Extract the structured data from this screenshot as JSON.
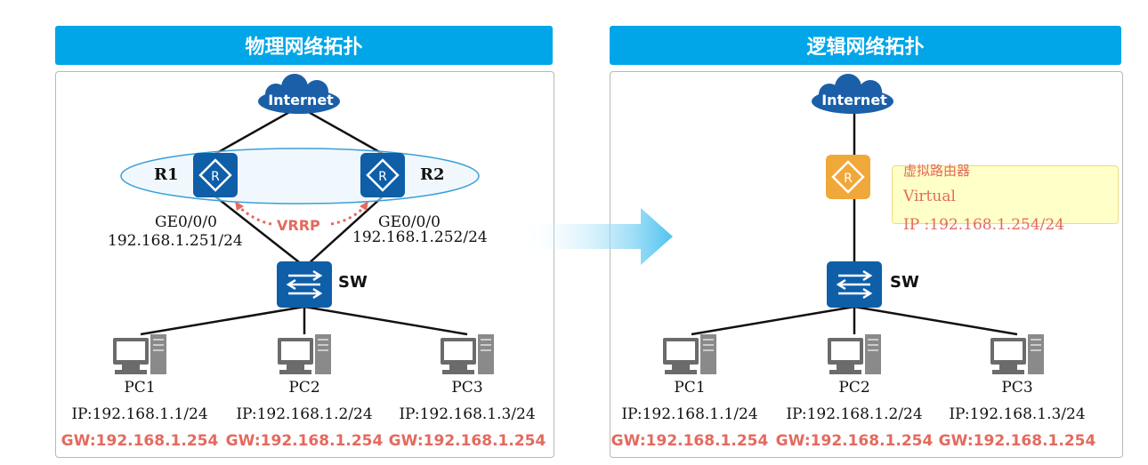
{
  "left": {
    "title": "物理网络拓扑",
    "internet": "Internet",
    "r1": "R1",
    "r2": "R2",
    "sw": "SW",
    "vrrp": "VRRP",
    "r1_if": "GE0/0/0",
    "r1_ip": "192.168.1.251/24",
    "r2_if": "GE0/0/0",
    "r2_ip": "192.168.1.252/24",
    "pcs": [
      {
        "name": "PC1",
        "ip": "IP:192.168.1.1/24",
        "gw": "GW:192.168.1.254"
      },
      {
        "name": "PC2",
        "ip": "IP:192.168.1.2/24",
        "gw": "GW:192.168.1.254"
      },
      {
        "name": "PC3",
        "ip": "IP:192.168.1.3/24",
        "gw": "GW:192.168.1.254"
      }
    ]
  },
  "right": {
    "title": "逻辑网络拓扑",
    "internet": "Internet",
    "sw": "SW",
    "virtual_router": {
      "line1": "虚拟路由器",
      "line2": "Virtual",
      "line3": "IP :192.168.1.254/24"
    },
    "pcs": [
      {
        "name": "PC1",
        "ip": "IP:192.168.1.1/24",
        "gw": "GW:192.168.1.254"
      },
      {
        "name": "PC2",
        "ip": "IP:192.168.1.2/24",
        "gw": "GW:192.168.1.254"
      },
      {
        "name": "PC3",
        "ip": "IP:192.168.1.3/24",
        "gw": "GW:192.168.1.254"
      }
    ]
  },
  "colors": {
    "header": "#00a6e8",
    "device": "#0e5ea8",
    "virtual": "#f0a83a",
    "gw_text": "#e46a5e"
  }
}
